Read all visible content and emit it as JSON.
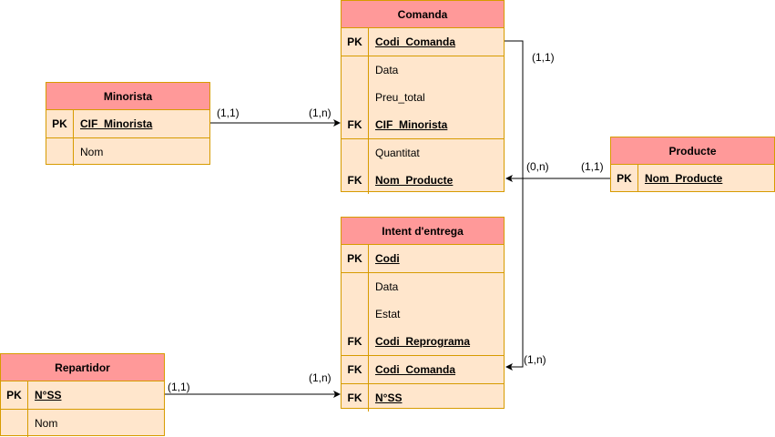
{
  "comanda": {
    "title": "Comanda",
    "rows": [
      {
        "k": "PK",
        "n": "Codi_Comanda"
      },
      {
        "k": "",
        "n": "Data"
      },
      {
        "k": "",
        "n": "Preu_total"
      },
      {
        "k": "FK",
        "n": "CIF_Minorista"
      },
      {
        "k": "",
        "n": "Quantitat"
      },
      {
        "k": "FK",
        "n": "Nom_Producte"
      }
    ]
  },
  "minorista": {
    "title": "Minorista",
    "rows": [
      {
        "k": "PK",
        "n": "CIF_Minorista"
      },
      {
        "k": "",
        "n": "Nom"
      }
    ]
  },
  "producte": {
    "title": "Producte",
    "rows": [
      {
        "k": "PK",
        "n": "Nom_Producte"
      }
    ]
  },
  "intent": {
    "title": "Intent d'entrega",
    "rows": [
      {
        "k": "PK",
        "n": "Codi"
      },
      {
        "k": "",
        "n": "Data"
      },
      {
        "k": "",
        "n": "Estat"
      },
      {
        "k": "FK",
        "n": "Codi_Reprograma"
      },
      {
        "k": "FK",
        "n": "Codi_Comanda"
      },
      {
        "k": "FK",
        "n": "N°SS"
      }
    ]
  },
  "repartidor": {
    "title": "Repartidor",
    "rows": [
      {
        "k": "PK",
        "n": "N°SS"
      },
      {
        "k": "",
        "n": "Nom"
      }
    ]
  },
  "cardinalities": {
    "minorista_side": "(1,1)",
    "comanda_from_minorista": "(1,n)",
    "comanda_to_intent_top": "(1,1)",
    "intent_from_comanda": "(1,n)",
    "comanda_from_producte": "(0,n)",
    "producte_side": "(1,1)",
    "repartidor_side": "(1,1)",
    "intent_from_repartidor": "(1,n)"
  },
  "colors": {
    "header": "#ff9999",
    "body": "#ffe6cc",
    "border": "#d79b00"
  }
}
